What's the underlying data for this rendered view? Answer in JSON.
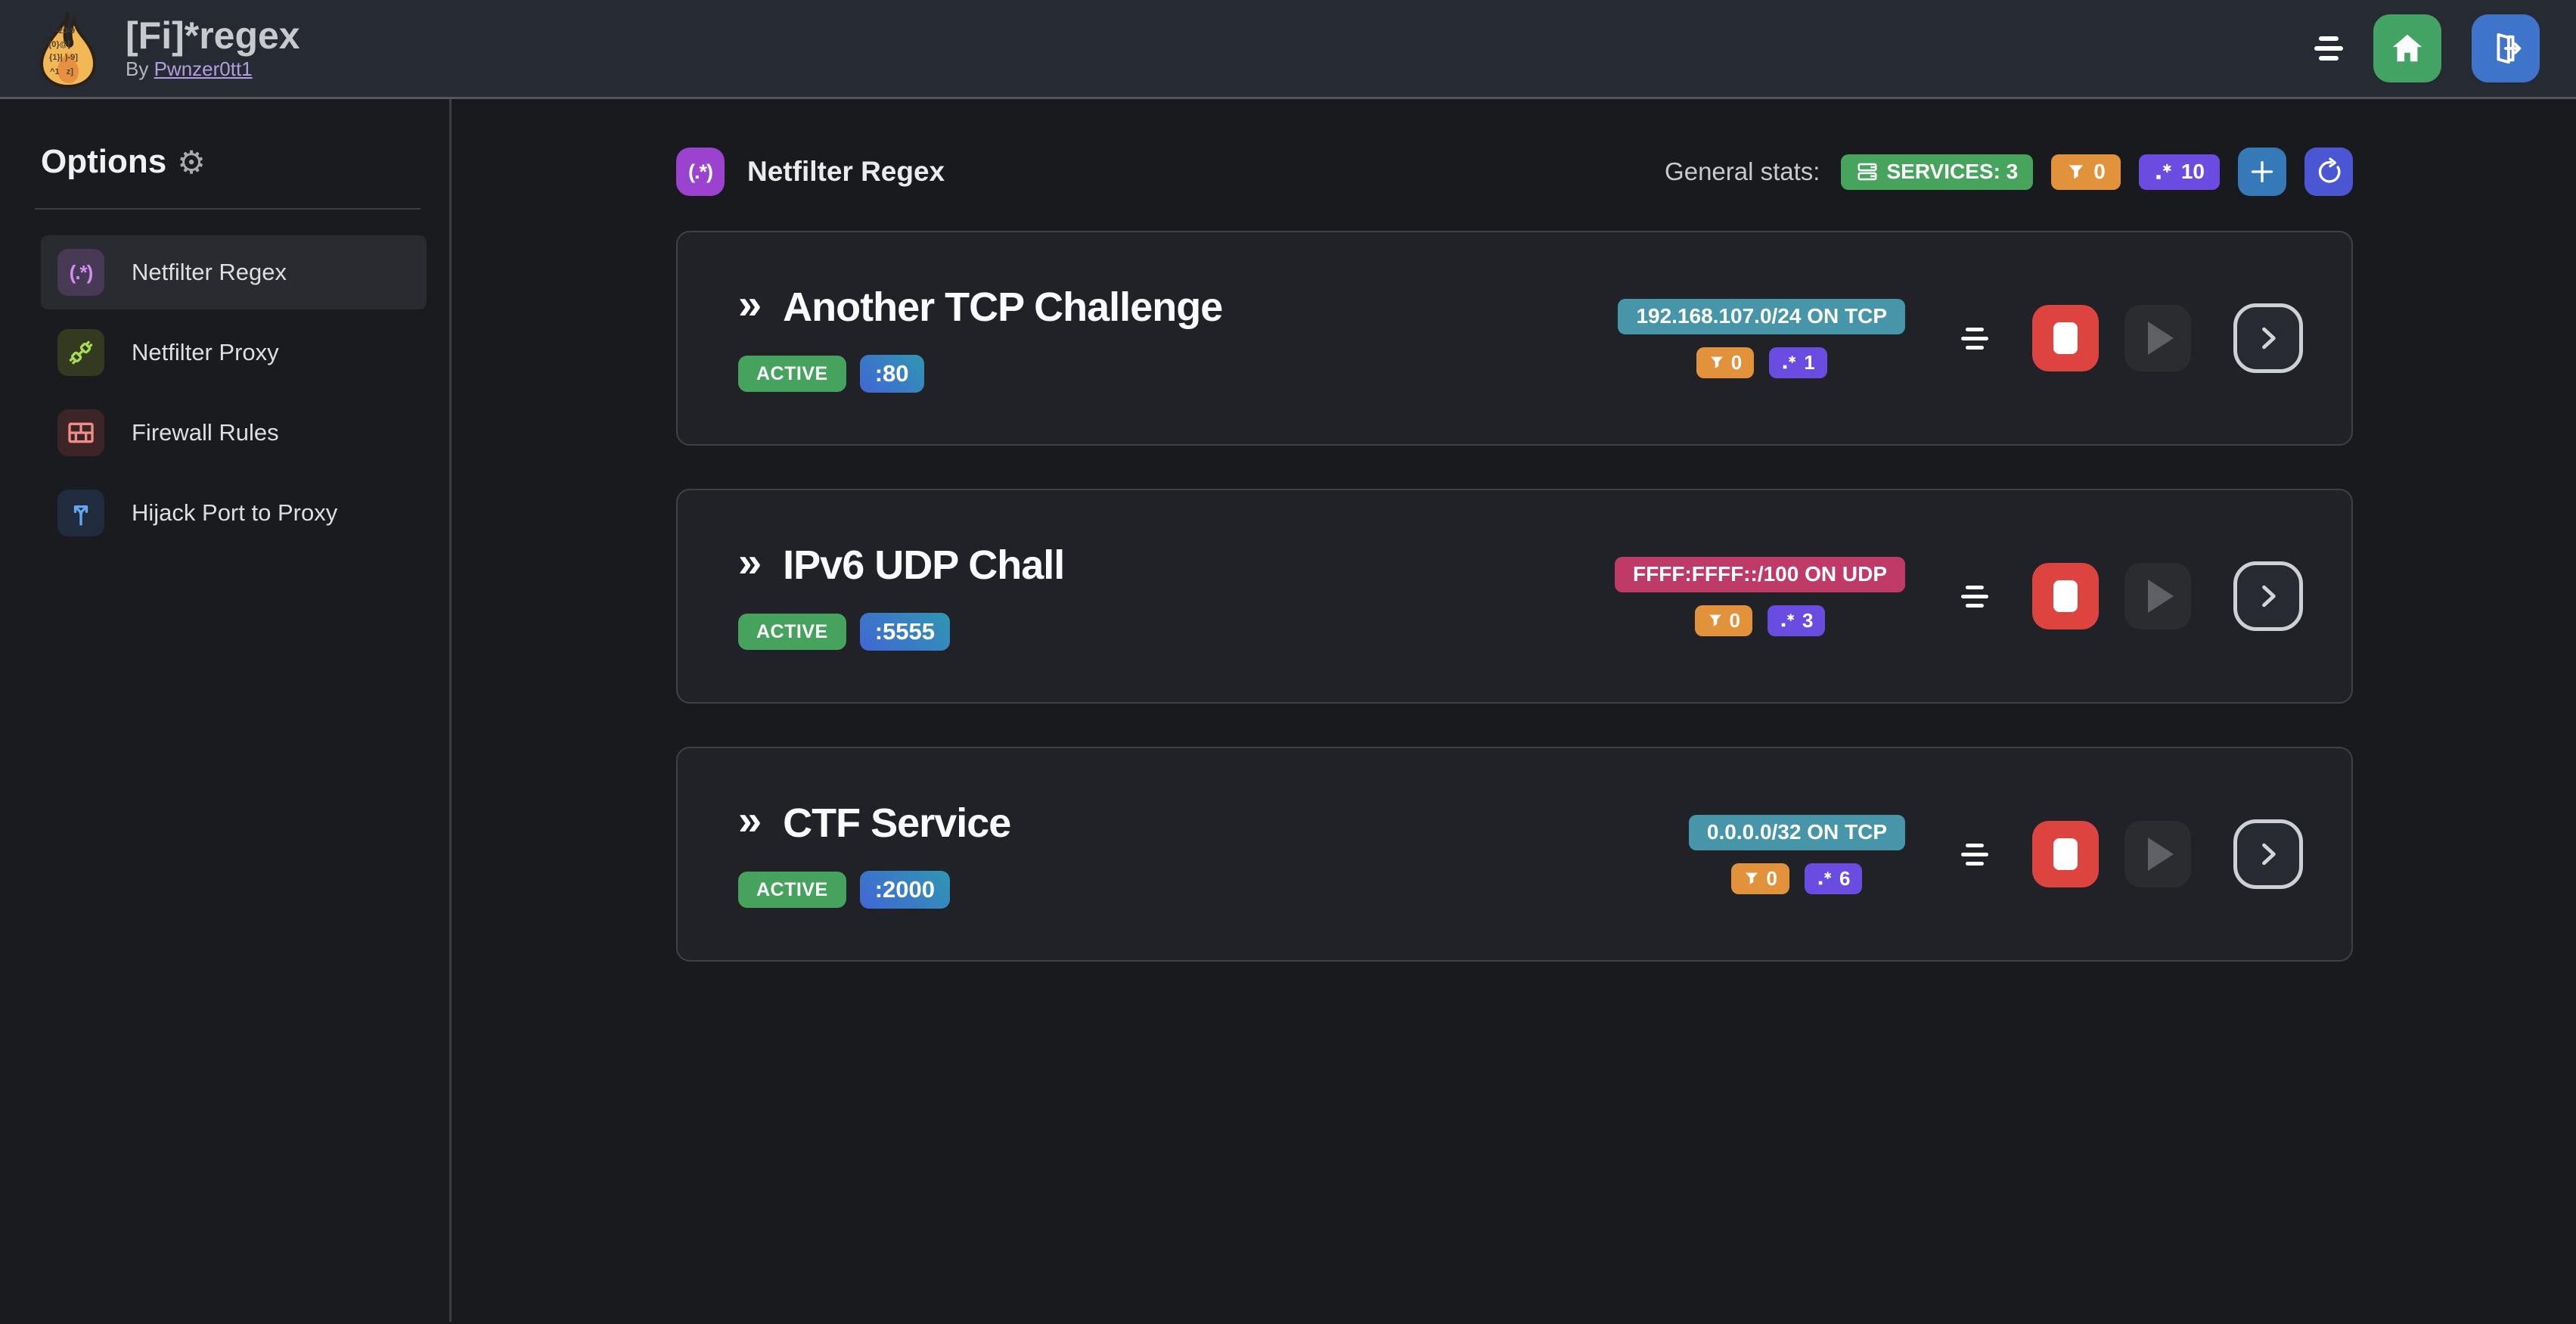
{
  "navbar": {
    "title": "[Fi]*regex",
    "byline_prefix": "By",
    "author": "Pwnzer0tt1"
  },
  "icons": {
    "logo": "flame-with-regex-text",
    "nav_menu": "hamburger-lines",
    "home": "house",
    "logout": "door-exit-arrow",
    "gear": "⚙",
    "services": "server-stack",
    "filter": "funnel",
    "regex": ".*",
    "add": "+",
    "refresh": "↻",
    "stop": "stop-square",
    "play": "play-triangle",
    "open": "chevron-right",
    "service_chevrons": "»"
  },
  "colors": {
    "navbar_bg": "#262a32",
    "page_bg": "#191a1e",
    "card_bg": "#212227",
    "green": "#47a45c",
    "orange": "#e2923a",
    "violet": "#6b4ce0",
    "teal": "#4795a8",
    "pink": "#c03a68",
    "red": "#dd4440",
    "blue_add": "#3579b8",
    "indigo_refresh": "#4b57d2",
    "purple_header_icon": "#9b42cf"
  },
  "sidebar": {
    "heading": "Options",
    "items": [
      {
        "label": "Netfilter Regex",
        "selected": true
      },
      {
        "label": "Netfilter Proxy",
        "selected": false
      },
      {
        "label": "Firewall Rules",
        "selected": false
      },
      {
        "label": "Hijack Port to Proxy",
        "selected": false
      }
    ]
  },
  "main": {
    "header": {
      "title": "Netfilter Regex",
      "icon_glyph": "(.*)",
      "stats_label": "General stats:",
      "services_badge": "SERVICES: 3",
      "filter_count": "0",
      "regex_count": "10"
    },
    "services": [
      {
        "name": "Another TCP Challenge",
        "status": "ACTIVE",
        "port": ":80",
        "address": "192.168.107.0/24 ON TCP",
        "filter_count": "0",
        "regex_count": "1"
      },
      {
        "name": "IPv6 UDP Chall",
        "status": "ACTIVE",
        "port": ":5555",
        "address": "FFFF:FFFF::/100 ON UDP",
        "filter_count": "0",
        "regex_count": "3"
      },
      {
        "name": "CTF Service",
        "status": "ACTIVE",
        "port": ":2000",
        "address": "0.0.0.0/32 ON TCP",
        "filter_count": "0",
        "regex_count": "6"
      }
    ]
  }
}
